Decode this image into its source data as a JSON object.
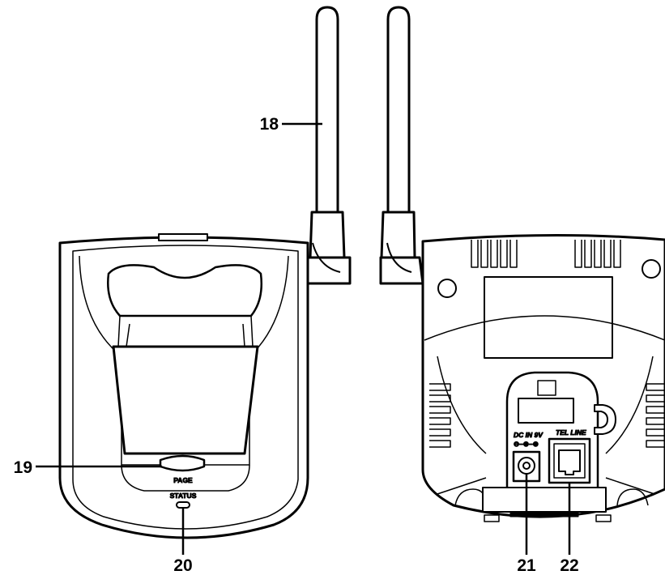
{
  "callouts": {
    "antenna": "18",
    "page_button": "19",
    "status_light": "20",
    "dc_jack": "21",
    "tel_jack": "22"
  },
  "labels": {
    "page": "PAGE",
    "status": "STATUS",
    "dc_in": "DC IN 9V",
    "tel_line": "TEL LINE",
    "polarity": "⊖–⊕–⊕"
  }
}
